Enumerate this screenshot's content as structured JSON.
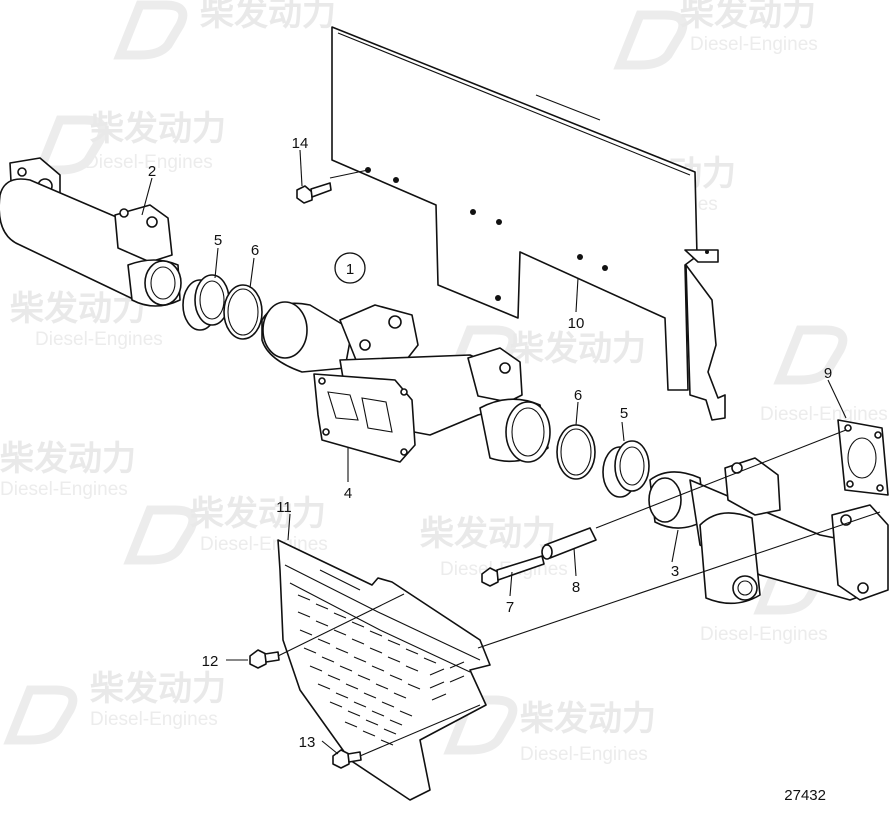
{
  "diagram": {
    "drawing_number": "27432",
    "watermark": {
      "chinese": "柴发动力",
      "english": "Diesel-Engines"
    },
    "callout_circle": "1",
    "callouts": [
      {
        "id": "c2",
        "text": "2"
      },
      {
        "id": "c3",
        "text": "3"
      },
      {
        "id": "c4",
        "text": "4"
      },
      {
        "id": "c5a",
        "text": "5"
      },
      {
        "id": "c5b",
        "text": "5"
      },
      {
        "id": "c6a",
        "text": "6"
      },
      {
        "id": "c6b",
        "text": "6"
      },
      {
        "id": "c7",
        "text": "7"
      },
      {
        "id": "c8",
        "text": "8"
      },
      {
        "id": "c9",
        "text": "9"
      },
      {
        "id": "c10",
        "text": "10"
      },
      {
        "id": "c11",
        "text": "11"
      },
      {
        "id": "c12",
        "text": "12"
      },
      {
        "id": "c13",
        "text": "13"
      },
      {
        "id": "c14",
        "text": "14"
      }
    ]
  }
}
